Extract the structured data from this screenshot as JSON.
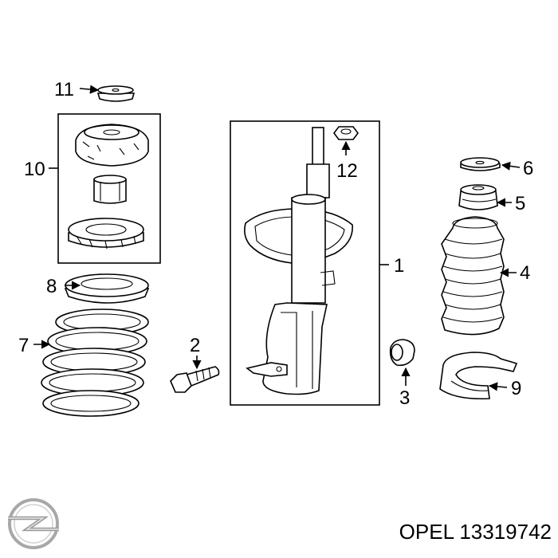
{
  "diagram": {
    "callouts": {
      "p1": "1",
      "p2": "2",
      "p3": "3",
      "p4": "4",
      "p5": "5",
      "p6": "6",
      "p7": "7",
      "p8": "8",
      "p9": "9",
      "p10": "10",
      "p11": "11",
      "p12": "12"
    }
  },
  "footer": {
    "brand": "OPEL",
    "part_number": "13319742",
    "logo_icon": "opel-blitz-logo-icon"
  }
}
